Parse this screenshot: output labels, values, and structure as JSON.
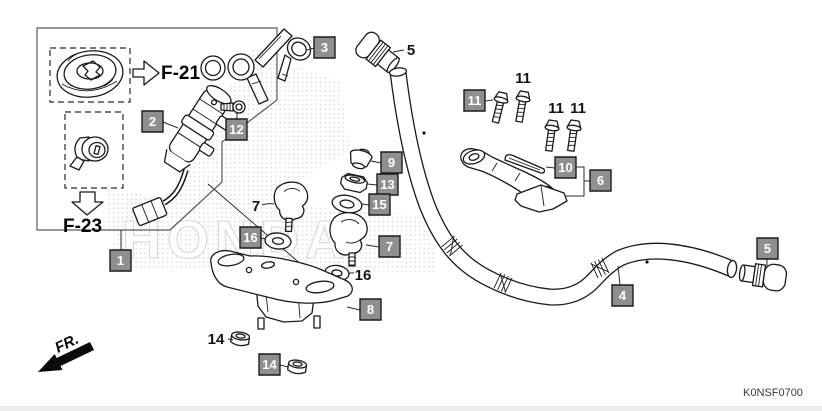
{
  "diagram": {
    "code": "K0NSF0700",
    "front_marker": "FR.",
    "frame_refs": [
      {
        "label": "F-21"
      },
      {
        "label": "F-23"
      }
    ],
    "part_numbers": [
      "1",
      "2",
      "3",
      "4",
      "5",
      "6",
      "7",
      "8",
      "9",
      "10",
      "11",
      "12",
      "13",
      "14",
      "15",
      "16"
    ],
    "callouts": [
      {
        "part": "1",
        "style": "boxed"
      },
      {
        "part": "2",
        "style": "boxed"
      },
      {
        "part": "3",
        "style": "boxed"
      },
      {
        "part": "12",
        "style": "boxed"
      },
      {
        "part": "5",
        "style": "plain"
      },
      {
        "part": "11",
        "style": "boxed"
      },
      {
        "part": "11",
        "style": "plain"
      },
      {
        "part": "11",
        "style": "plain"
      },
      {
        "part": "11",
        "style": "plain"
      },
      {
        "part": "10",
        "style": "boxed"
      },
      {
        "part": "6",
        "style": "boxed"
      },
      {
        "part": "9",
        "style": "boxed"
      },
      {
        "part": "13",
        "style": "boxed"
      },
      {
        "part": "15",
        "style": "boxed"
      },
      {
        "part": "7",
        "style": "boxed"
      },
      {
        "part": "16",
        "style": "plain"
      },
      {
        "part": "7",
        "style": "plain"
      },
      {
        "part": "16",
        "style": "boxed"
      },
      {
        "part": "8",
        "style": "boxed"
      },
      {
        "part": "14",
        "style": "plain"
      },
      {
        "part": "14",
        "style": "boxed"
      },
      {
        "part": "4",
        "style": "boxed"
      },
      {
        "part": "5",
        "style": "boxed"
      }
    ],
    "colors": {
      "line": "#1a1a1a",
      "callout_box_fill": "#8f8f8f",
      "callout_box_border": "#1c1c1c",
      "callout_box_text": "#ffffff",
      "watermark": "#c8c8c8",
      "background": "#ffffff"
    }
  }
}
